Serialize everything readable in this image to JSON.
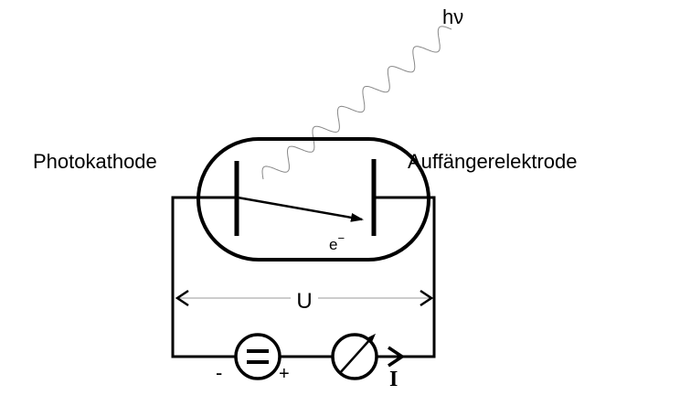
{
  "labels": {
    "photon": "hν",
    "cathode": "Photokathode",
    "anode": "Auffängerelektrode",
    "electron": "e",
    "electron_charge": "−",
    "voltage": "U",
    "minus": "-",
    "plus": "+",
    "current": "I"
  },
  "colors": {
    "stroke": "#000000",
    "wave": "#888888",
    "dimension_line": "#999999",
    "background": "#ffffff"
  }
}
